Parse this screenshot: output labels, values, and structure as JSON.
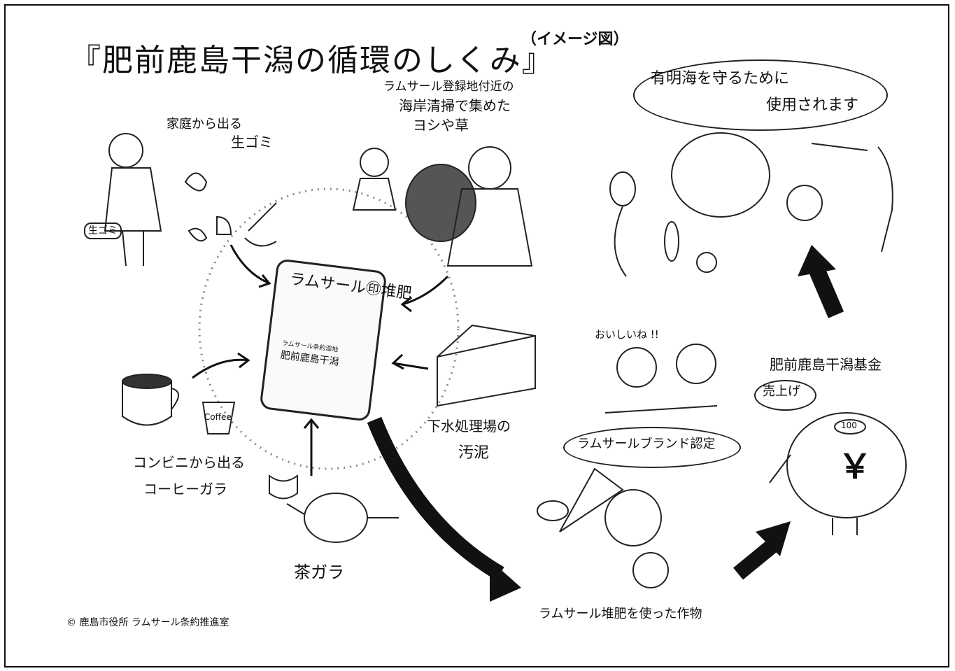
{
  "title": "『肥前鹿島干潟の循環のしくみ』",
  "subtitle": "（イメージ図）",
  "center": {
    "bag_label": "ラムサール㊞堆肥",
    "bag_small": "ラムサール条約湿地",
    "bag_place": "肥前鹿島干潟"
  },
  "sources": {
    "food_waste": [
      "家庭から出る",
      "生ゴミ"
    ],
    "bag_tag": "生ゴミ",
    "reeds": [
      "ラムサール登録地付近の",
      "海岸清掃で集めた",
      "ヨシや草"
    ],
    "coffee": [
      "コンビニから出る",
      "コーヒーガラ"
    ],
    "coffee_cup": "Coffee",
    "tea": "茶ガラ",
    "sludge": [
      "下水処理場の",
      "汚泥"
    ]
  },
  "outputs": {
    "crops_caption": "ラムサール堆肥を使った作物",
    "brand_bubble": "ラムサールブランド認定",
    "tasty": "おいしいね !!",
    "fund": "肥前鹿島干潟基金",
    "sales_bubble": "売上げ",
    "coin": "100",
    "yen": "￥",
    "ariake_bubble": [
      "有明海を守るために",
      "使用されます"
    ]
  },
  "credit": "© 鹿島市役所 ラムサール条約推進室",
  "colors": {
    "ink": "#111111",
    "paper": "#ffffff"
  }
}
